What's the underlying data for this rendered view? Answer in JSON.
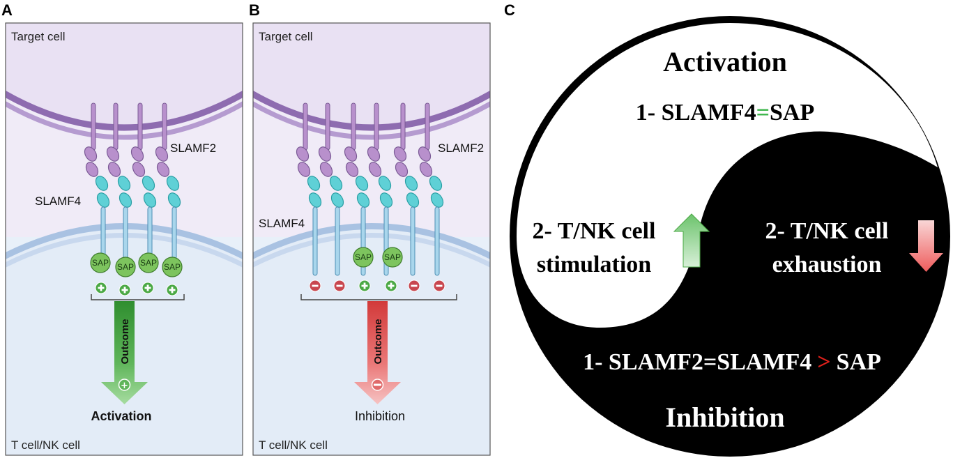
{
  "panel_a": {
    "letter": "A",
    "target_cell_label": "Target cell",
    "effector_cell_label": "T cell/NK cell",
    "slamf2_label": "SLAMF2",
    "slamf4_label": "SLAMF4",
    "sap_label": "SAP",
    "outcome_label": "Outcome",
    "result_label": "Activation",
    "signs": [
      "+",
      "+",
      "+",
      "+"
    ],
    "receptor_count": 4,
    "sap_count": 4
  },
  "panel_b": {
    "letter": "B",
    "target_cell_label": "Target cell",
    "effector_cell_label": "T cell/NK cell",
    "slamf2_label": "SLAMF2",
    "slamf4_label": "SLAMF4",
    "sap_label": "SAP",
    "outcome_label": "Outcome",
    "result_label": "Inhibition",
    "signs": [
      "−",
      "−",
      "+",
      "+",
      "−",
      "−"
    ],
    "receptor_count": 6,
    "sap_count": 2
  },
  "panel_c": {
    "letter": "C",
    "top_title": "Activation",
    "top_line_prefix": "1- SLAMF4",
    "top_line_symbol": "=",
    "top_line_suffix": "SAP",
    "left_line1": "2- T/NK cell",
    "left_line2": "stimulation",
    "right_line1": "2- T/NK cell",
    "right_line2": "exhaustion",
    "bottom_line_prefix": "1- SLAMF2=SLAMF4",
    "bottom_line_symbol": ">",
    "bottom_line_suffix": "SAP",
    "bottom_title": "Inhibition"
  },
  "colors": {
    "target_cell_bg": "#efe9f6",
    "effector_cell_bg": "#e8f0f9",
    "target_membrane": "#a98bc4",
    "effector_membrane": "#b9cde6",
    "slamf2": "#b890cc",
    "slamf4": "#5fd0d6",
    "sap": "#7dc45e",
    "plus": "#4aa844",
    "minus": "#c8474f",
    "equals_green": "#3bb54a",
    "greater_red": "#e0201b"
  }
}
